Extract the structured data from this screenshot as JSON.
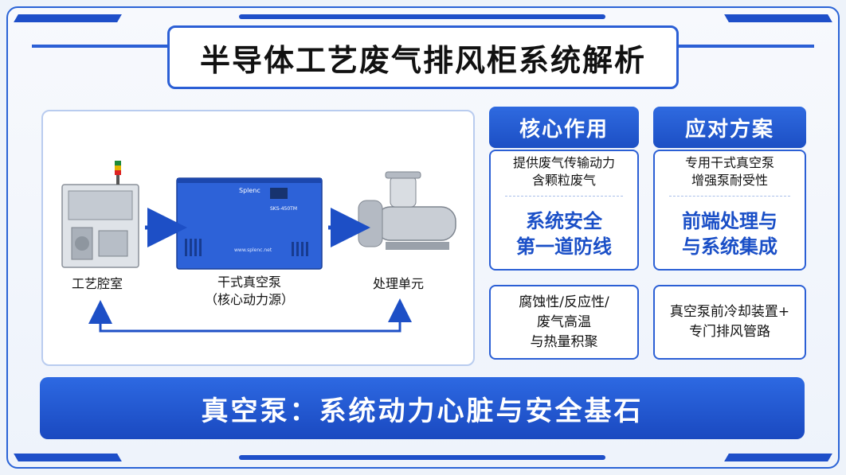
{
  "title": "半导体工艺废气排风柜系统解析",
  "diagram": {
    "nodes": [
      {
        "id": "chamber",
        "label": "工艺腔室"
      },
      {
        "id": "pump",
        "label_line1": "干式真空泵",
        "label_line2": "（核心动力源）",
        "brand": "Splenc",
        "model": "SKS-450TM",
        "site": "www.splenc.net"
      },
      {
        "id": "treatment",
        "label": "处理单元"
      }
    ]
  },
  "columns": [
    {
      "header": "核心作用",
      "top_line1": "提供废气传输动力",
      "top_line2": "含颗粒废气",
      "big_line1": "系统安全",
      "big_line2": "第一道防线",
      "bottom_line1": "腐蚀性/反应性/",
      "bottom_line2": "废气高温",
      "bottom_line3": "与热量积聚"
    },
    {
      "header": "应对方案",
      "top_line1": "专用干式真空泵",
      "top_line2": "增强泵耐受性",
      "big_line1": "前端处理与",
      "big_line2": "与系统集成",
      "bottom_line1": "真空泵前冷却装置+",
      "bottom_line2": "专门排风管路"
    }
  ],
  "banner": "真空泵：系统动力心脏与安全基石",
  "colors": {
    "primary": "#1e4fc9",
    "accent": "#2b5fd5",
    "text_blue": "#1a4fc7"
  }
}
